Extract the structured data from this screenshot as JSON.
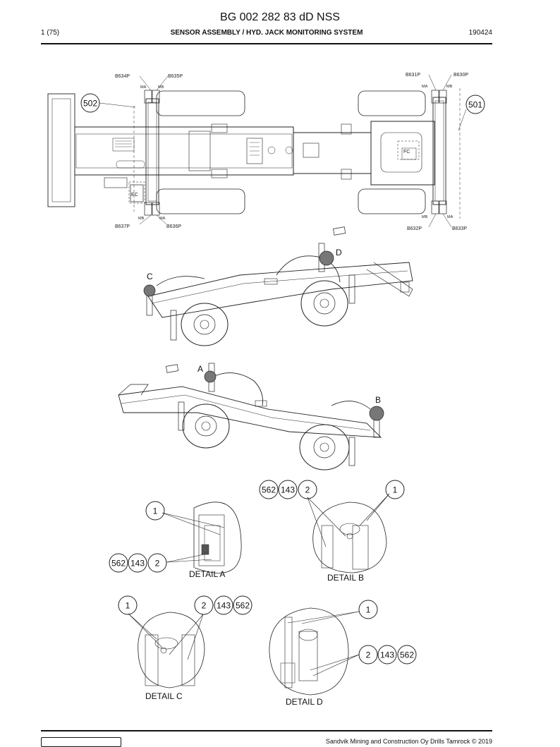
{
  "header": {
    "title": "BG 002 282 83 dD NSS",
    "page": "1 (75)",
    "subtitle": "SENSOR ASSEMBLY / HYD. JACK MONITORING SYSTEM",
    "date": "190424"
  },
  "plan_view": {
    "sensors_top_left": [
      "B634P",
      "B635P"
    ],
    "sensors_top_right": [
      "B631P",
      "B630P"
    ],
    "sensors_bottom_left": [
      "B637P",
      "B636P"
    ],
    "sensors_bottom_right": [
      "B632P",
      "B633P"
    ],
    "ports": [
      "MA",
      "MB"
    ],
    "boxes": [
      "EC",
      "FC"
    ],
    "callouts": [
      "502",
      "501"
    ]
  },
  "iso_views": {
    "upper_labels": [
      "C",
      "D"
    ],
    "lower_labels": [
      "A",
      "B"
    ]
  },
  "details": {
    "a": {
      "title": "DETAIL  A",
      "bubbles_top": [
        "1"
      ],
      "bubbles_bottom": [
        "562",
        "143",
        "2"
      ]
    },
    "b": {
      "title": "DETAIL  B",
      "bubbles_left": [
        "562",
        "143",
        "2"
      ],
      "bubbles_right": [
        "1"
      ]
    },
    "c": {
      "title": "DETAIL  C",
      "bubbles_left": [
        "1"
      ],
      "bubbles_right": [
        "2",
        "143",
        "562"
      ]
    },
    "d": {
      "title": "DETAIL  D",
      "bubbles_top": [
        "1"
      ],
      "bubbles_bottom": [
        "2",
        "143",
        "562"
      ]
    }
  },
  "footer": {
    "copyright": "Sandvik Mining and Construction Oy Drills Tamrock © 2019"
  }
}
